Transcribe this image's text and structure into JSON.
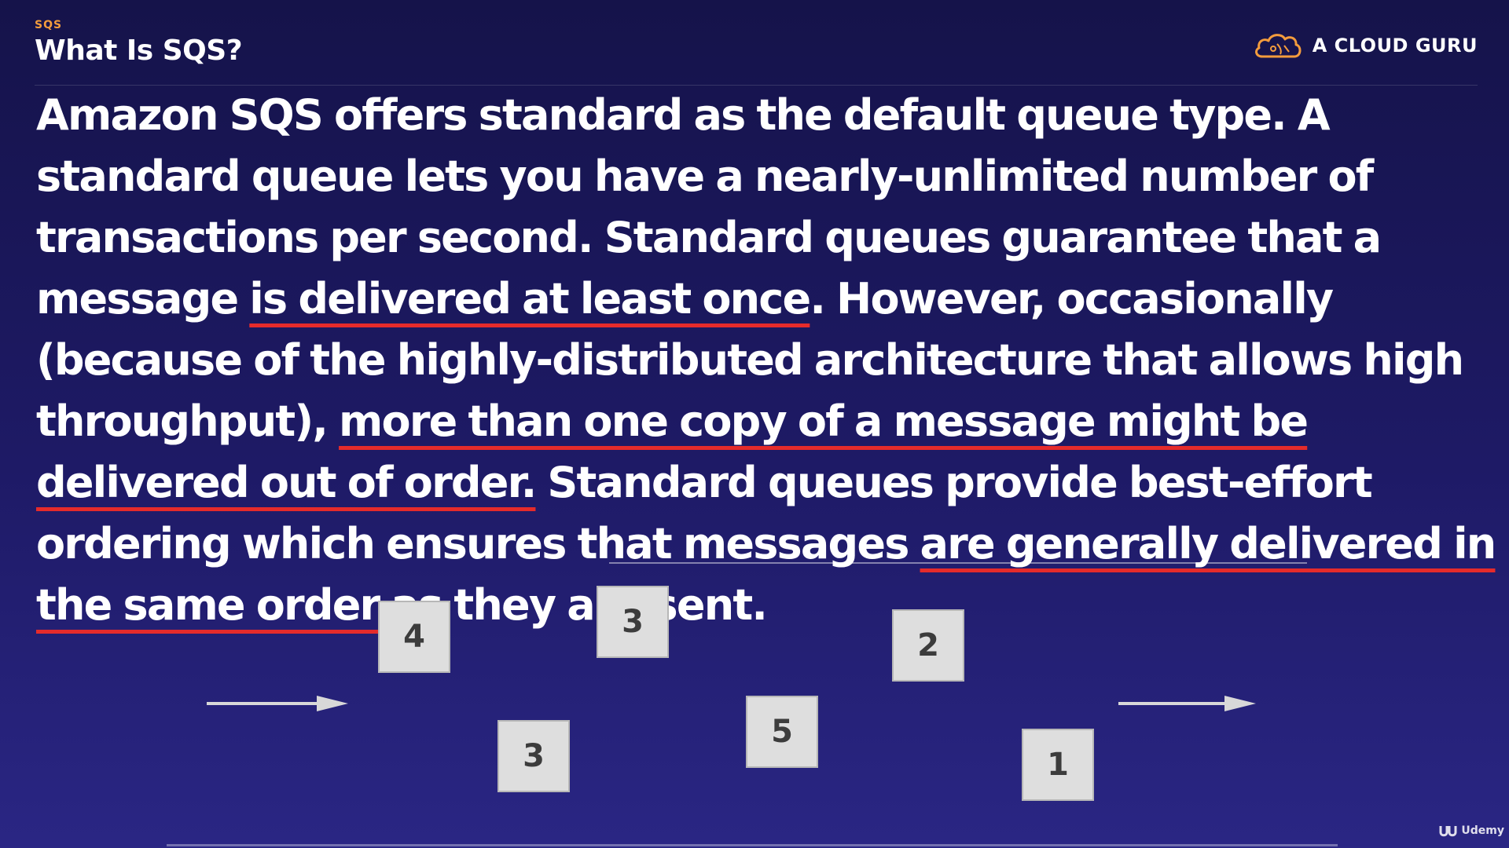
{
  "header": {
    "eyebrow": "SQS",
    "title": "What Is SQS?",
    "brand": "A CLOUD GURU"
  },
  "paragraph": [
    {
      "text": "Amazon SQS offers standard as the default queue type. A standard queue lets you have a nearly-unlimited number of transactions per second. Standard queues guarantee that a message ",
      "highlight": false
    },
    {
      "text": "is delivered at least once",
      "highlight": true
    },
    {
      "text": ". However, occasionally (because of the highly-distributed architecture that allows high throughput), ",
      "highlight": false
    },
    {
      "text": "more than one copy of a message might be delivered out of order.",
      "highlight": true
    },
    {
      "text": " Standard queues provide best-effort ordering which ensures that messages ",
      "highlight": false
    },
    {
      "text": "are generally delivered in the same order",
      "highlight": true
    },
    {
      "text": " as they are sent.",
      "highlight": false
    }
  ],
  "queue_diagram": {
    "messages": [
      "4",
      "3",
      "3",
      "5",
      "2",
      "1"
    ]
  },
  "watermark": {
    "text": "Udemy"
  },
  "colors": {
    "background": "#1e1a66",
    "accent_orange": "#f39c3d",
    "highlight_red": "#e52b2b",
    "box_fill": "#dedede"
  },
  "icons": {
    "brand": "cloud-logo-icon",
    "flow": "arrow-right-icon",
    "watermark": "udemy-logo-icon"
  }
}
